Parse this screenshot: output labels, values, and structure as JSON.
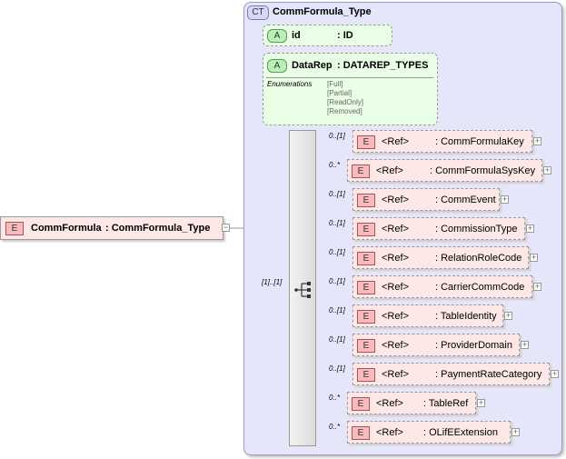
{
  "complex_type": {
    "badge": "CT",
    "name": "CommFormula_Type"
  },
  "root": {
    "badge": "E",
    "name": "CommFormula",
    "type": ": CommFormula_Type"
  },
  "attributes": [
    {
      "badge": "A",
      "name": "id",
      "type": ": ID"
    },
    {
      "badge": "A",
      "name": "DataRep",
      "type": ": DATAREP_TYPES",
      "enumerations_label": "Enumerations",
      "enumerations": [
        "[Full]",
        "[Partial]",
        "[ReadOnly]",
        "[Removed]"
      ]
    }
  ],
  "sequence_cardinality": "[1]..[1]",
  "elements": [
    {
      "badge": "E",
      "ref": "<Ref>",
      "type": ": CommFormulaKey",
      "card": "0..[1]"
    },
    {
      "badge": "E",
      "ref": "<Ref>",
      "type": ": CommFormulaSysKey",
      "card": "0..*"
    },
    {
      "badge": "E",
      "ref": "<Ref>",
      "type": ": CommEvent",
      "card": "0..[1]"
    },
    {
      "badge": "E",
      "ref": "<Ref>",
      "type": ": CommissionType",
      "card": "0..[1]"
    },
    {
      "badge": "E",
      "ref": "<Ref>",
      "type": ": RelationRoleCode",
      "card": "0..[1]"
    },
    {
      "badge": "E",
      "ref": "<Ref>",
      "type": ": CarrierCommCode",
      "card": "0..[1]"
    },
    {
      "badge": "E",
      "ref": "<Ref>",
      "type": ": TableIdentity",
      "card": "0..[1]"
    },
    {
      "badge": "E",
      "ref": "<Ref>",
      "type": ": ProviderDomain",
      "card": "0..[1]"
    },
    {
      "badge": "E",
      "ref": "<Ref>",
      "type": ": PaymentRateCategory",
      "card": "0..[1]"
    },
    {
      "badge": "E",
      "ref": "<Ref>",
      "type": ": TableRef",
      "card": "0..*"
    },
    {
      "badge": "E",
      "ref": "<Ref>",
      "type": ": OLifEExtension",
      "card": "0..*"
    }
  ]
}
